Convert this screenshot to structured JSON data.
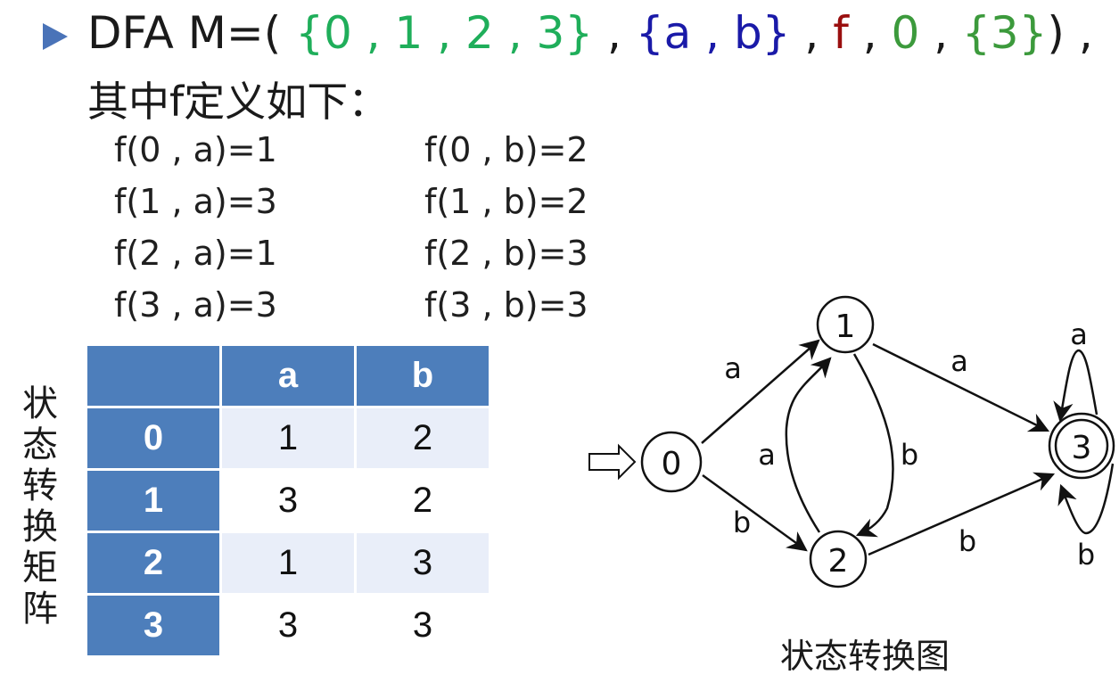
{
  "definition": {
    "prefix": "DFA M=( ",
    "states_set": "{0 , 1 , 2 , 3}",
    "sep1": " , ",
    "alphabet_set": "{a , b}",
    "sep2": " , ",
    "transition_fn": "f",
    "sep3": " , ",
    "start_state": "0",
    "sep4": " , ",
    "final_states": "{3}",
    "suffix": ") ,",
    "line2": "其中f定义如下："
  },
  "colors": {
    "states_set": "#1fae5a",
    "alphabet_set": "#1a1aa8",
    "transition_fn": "#9a0f0f",
    "start_final": "#3c9a3c",
    "table_header": "#4d7ebb",
    "table_band": "#e9eef9",
    "bullet": "#4a73b8"
  },
  "transitions_text": {
    "left": [
      "f(0 , a)=1",
      "f(1 , a)=3",
      "f(2 , a)=1",
      "f(3 , a)=3"
    ],
    "right": [
      "f(0 , b)=2",
      "f(1 , b)=2",
      "f(2 , b)=3",
      "f(3 , b)=3"
    ]
  },
  "matrix": {
    "side_label": [
      "状",
      "态",
      "转",
      "换",
      "矩",
      "阵"
    ],
    "headers": [
      "",
      "a",
      "b"
    ],
    "rows": [
      {
        "state": "0",
        "a": "1",
        "b": "2"
      },
      {
        "state": "1",
        "a": "3",
        "b": "2"
      },
      {
        "state": "2",
        "a": "1",
        "b": "3"
      },
      {
        "state": "3",
        "a": "3",
        "b": "3"
      }
    ]
  },
  "diagram": {
    "caption": "状态转换图",
    "states": [
      {
        "id": "0",
        "label": "0",
        "start": true,
        "final": false
      },
      {
        "id": "1",
        "label": "1",
        "start": false,
        "final": false
      },
      {
        "id": "2",
        "label": "2",
        "start": false,
        "final": false
      },
      {
        "id": "3",
        "label": "3",
        "start": false,
        "final": true
      }
    ],
    "edge_labels": {
      "e01": "a",
      "e02": "b",
      "e13": "a",
      "e12": "b",
      "e21": "a",
      "e23": "b",
      "e33a": "a",
      "e33b": "b"
    }
  }
}
